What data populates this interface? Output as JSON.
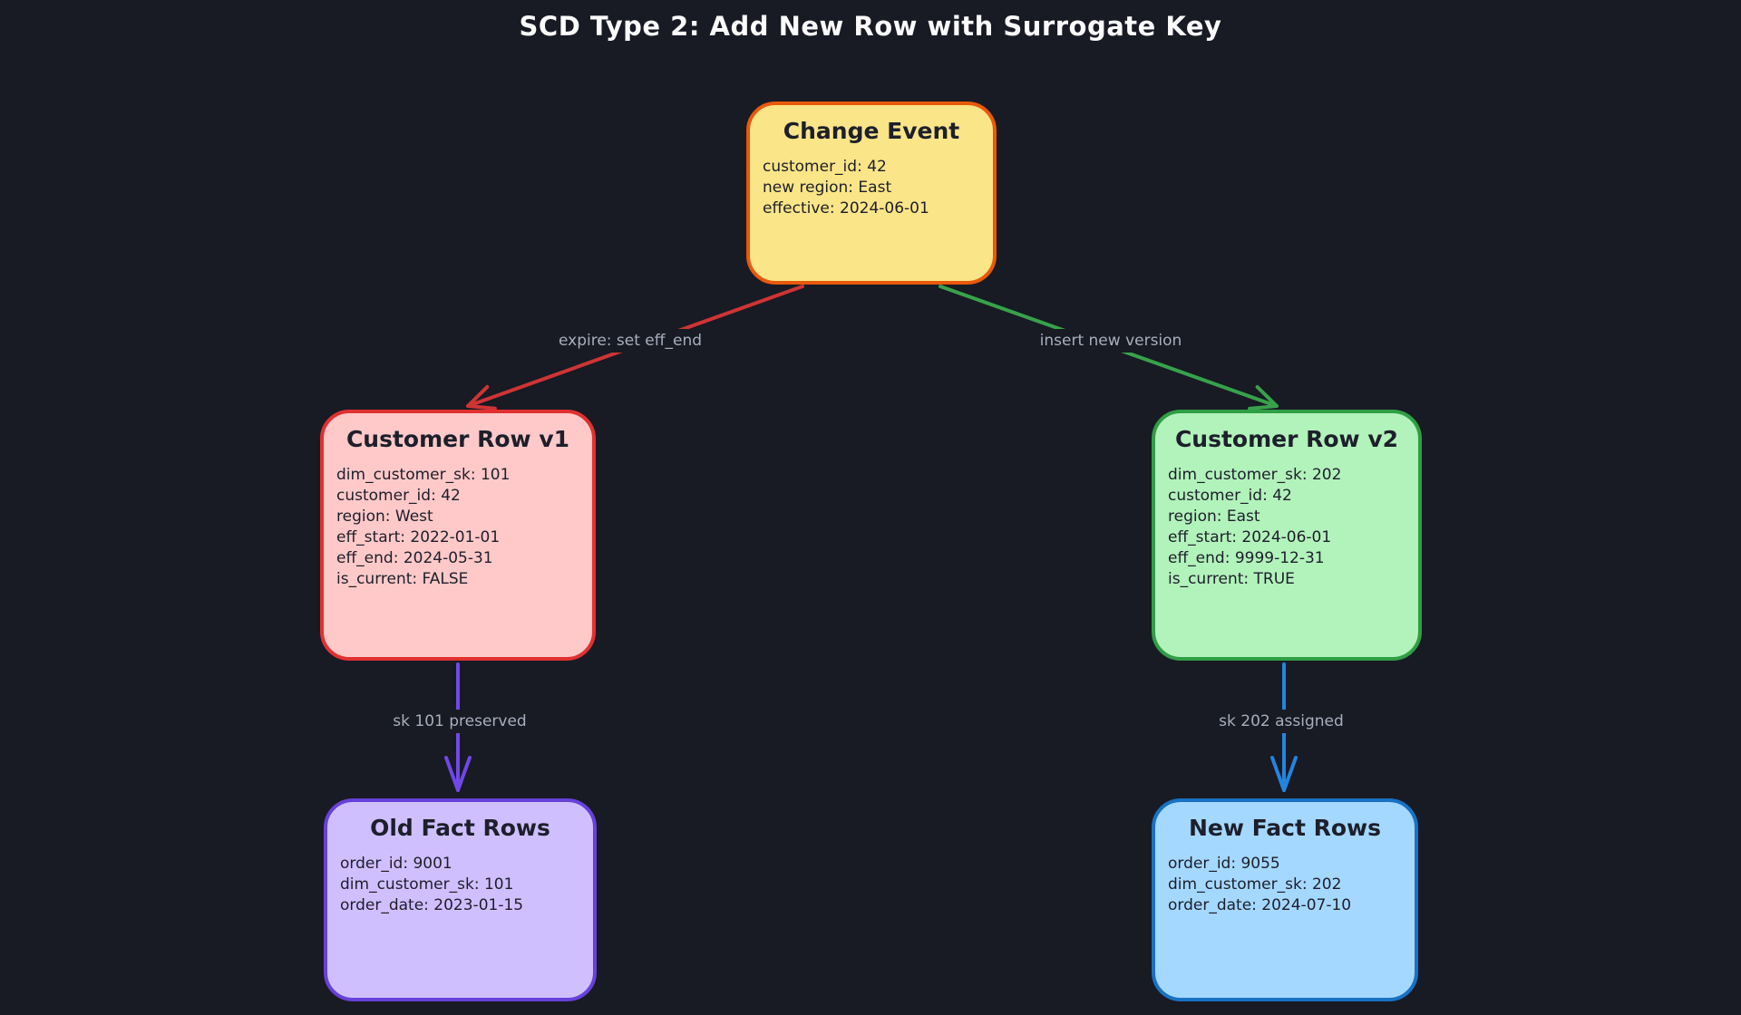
{
  "diagram": {
    "title": "SCD Type 2: Add New Row with Surrogate Key",
    "background": "#181a24",
    "title_color": "#fbfbfb",
    "edge_label_color": "#a9aebc",
    "node_text_color": "#1d1f2b"
  },
  "nodes": {
    "change_event": {
      "title": "Change Event",
      "fill": "#fae588",
      "border": "#e8590c",
      "lines": [
        "customer_id: 42",
        "new region: East",
        "effective: 2024-06-01"
      ]
    },
    "customer_v1": {
      "title": "Customer Row v1",
      "fill": "#ffc9c9",
      "border": "#e03131",
      "lines": [
        "dim_customer_sk: 101",
        "customer_id: 42",
        "region: West",
        "eff_start: 2022-01-01",
        "eff_end: 2024-05-31",
        "is_current: FALSE"
      ]
    },
    "customer_v2": {
      "title": "Customer Row v2",
      "fill": "#b2f2bb",
      "border": "#2f9e44",
      "lines": [
        "dim_customer_sk: 202",
        "customer_id: 42",
        "region: East",
        "eff_start: 2024-06-01",
        "eff_end: 9999-12-31",
        "is_current: TRUE"
      ]
    },
    "old_fact": {
      "title": "Old Fact Rows",
      "fill": "#d0bfff",
      "border": "#6741d9",
      "lines": [
        "order_id: 9001",
        "dim_customer_sk: 101",
        "order_date: 2023-01-15"
      ]
    },
    "new_fact": {
      "title": "New Fact Rows",
      "fill": "#a5d8ff",
      "border": "#1971c2",
      "lines": [
        "order_id: 9055",
        "dim_customer_sk: 202",
        "order_date: 2024-07-10"
      ]
    }
  },
  "edges": {
    "expire": {
      "label": "expire: set eff_end",
      "color": "#cf3434"
    },
    "insert": {
      "label": "insert new version",
      "color": "#37a24a"
    },
    "preserved": {
      "label": "sk 101 preserved",
      "color": "#7048e8"
    },
    "assigned": {
      "label": "sk 202 assigned",
      "color": "#2385e0"
    }
  }
}
